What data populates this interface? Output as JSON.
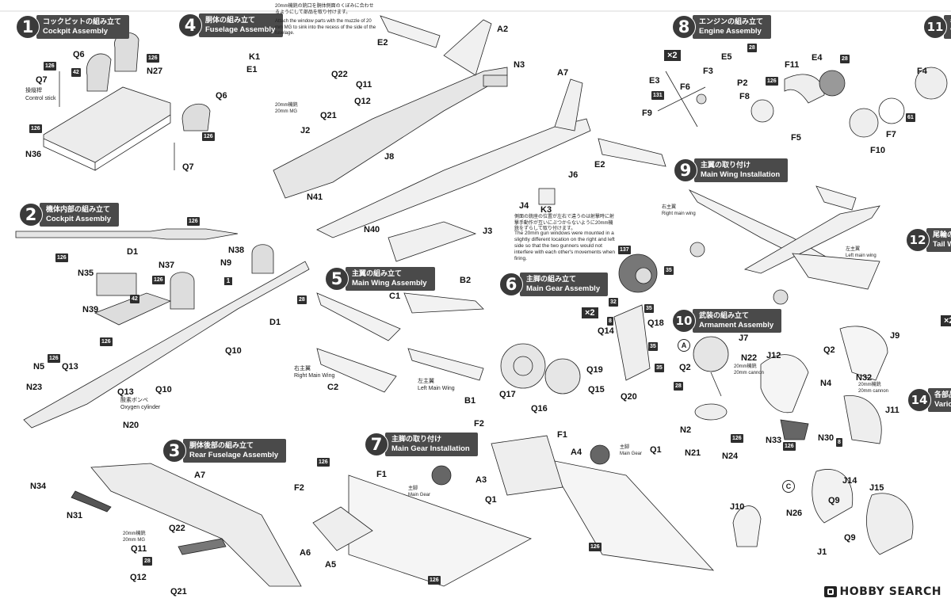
{
  "steps": [
    {
      "num": "1",
      "jp": "コックピットの組み立て",
      "en": "Cockpit Assembly"
    },
    {
      "num": "2",
      "jp": "機体内部の組み立て",
      "en": "Cockpit Assembly"
    },
    {
      "num": "3",
      "jp": "胴体後部の組み立て",
      "en": "Rear Fuselage Assembly"
    },
    {
      "num": "4",
      "jp": "胴体の組み立て",
      "en": "Fuselage Assembly"
    },
    {
      "num": "5",
      "jp": "主翼の組み立て",
      "en": "Main Wing Assembly"
    },
    {
      "num": "6",
      "jp": "主脚の組み立て",
      "en": "Main Gear Assembly"
    },
    {
      "num": "7",
      "jp": "主脚の取り付け",
      "en": "Main Gear Installation"
    },
    {
      "num": "8",
      "jp": "エンジンの組み立て",
      "en": "Engine Assembly"
    },
    {
      "num": "9",
      "jp": "主翼の取り付け",
      "en": "Main Wing Installation"
    },
    {
      "num": "10",
      "jp": "武装の組み立て",
      "en": "Armament Assembly"
    },
    {
      "num": "11",
      "jp": "各",
      "en": "V"
    },
    {
      "num": "12",
      "jp": "尾輪の",
      "en": "Tail W"
    },
    {
      "num": "14",
      "jp": "各部品",
      "en": "Vario"
    }
  ],
  "parts": {
    "p1": [
      "Q6",
      "Q7",
      "N27",
      "Q6",
      "N36",
      "Q7"
    ],
    "p2": [
      "D1",
      "N35",
      "N37",
      "N9",
      "N38",
      "N39",
      "D1",
      "N5",
      "Q13",
      "Q10",
      "N23",
      "Q13",
      "Q10",
      "N20"
    ],
    "p3": [
      "N34",
      "A7",
      "N31",
      "Q22",
      "Q11",
      "Q12",
      "Q21"
    ],
    "p4": [
      "K1",
      "E1",
      "Q22",
      "Q11",
      "Q12",
      "Q21",
      "J2",
      "J8",
      "N41",
      "N40",
      "E2",
      "A2",
      "N3",
      "A7",
      "J6",
      "J4",
      "K3",
      "J3",
      "E2"
    ],
    "p5": [
      "C1",
      "B2",
      "C2",
      "B1"
    ],
    "p6": [
      "Q14",
      "Q18",
      "Q19",
      "Q15",
      "Q20",
      "Q17",
      "Q16"
    ],
    "p7": [
      "F2",
      "F1",
      "A3",
      "Q1",
      "A6",
      "A5",
      "F2",
      "F1",
      "A4",
      "Q1"
    ],
    "p8": [
      "E5",
      "E3",
      "F6",
      "F3",
      "P2",
      "F9",
      "F8",
      "F11",
      "E4",
      "F5",
      "F4",
      "F7",
      "F10"
    ],
    "p10": [
      "J7",
      "Q2",
      "N22",
      "N2",
      "N21",
      "N24",
      "J12",
      "Q2",
      "J9",
      "N32",
      "N4",
      "N33",
      "N30",
      "J11"
    ],
    "p10c": [
      "J14",
      "J10",
      "N26",
      "Q9",
      "J15",
      "Q9",
      "J1"
    ]
  },
  "text": {
    "control_stick_jp": "操縦桿",
    "control_stick_en": "Control stick",
    "oxygen_jp": "酸素ボンベ",
    "oxygen_en": "Oxygen cylinder",
    "mg20_jp": "20mm機銃",
    "mg20_en": "20mm MG",
    "cannon_jp": "20mm機銃",
    "cannon_en": "20mm cannon",
    "right_wing_jp": "右主翼",
    "right_wing_en": "Right Main Wing",
    "left_wing_jp": "左主翼",
    "left_wing_en": "Left Main Wing",
    "main_gear_jp": "主脚",
    "main_gear_en": "Main Gear",
    "right_wing2_jp": "右主翼",
    "right_wing2_en": "Right main wing",
    "left_wing2_jp": "左主翼",
    "left_wing2_en": "Left main wing",
    "note4_jp": "20mm機銃の銃口を胴体側面のくぼみに合わせるようにして部品を取り付けます。",
    "note4_en": "Attach the window parts with the muzzle of 20 mm MG to sink into the recess of the side of the fuselage.",
    "gun_window_jp": "側面の銃座の位置が左右で違うのは射撃時に射撃手動作が互いにぶつからないように20mm機銃をずらして取り付けます。",
    "gun_window_en": "The 20mm gun windows were mounted in a slightly different location on the right and left side so that the two gunners would not interfere with each other's movements when firing.",
    "x2a": "×2",
    "x2b": "×2",
    "x2c": "×2",
    "circA": "A",
    "circC": "C",
    "sq1": "1"
  },
  "badges": [
    "126",
    "42",
    "126",
    "126",
    "126",
    "126",
    "126",
    "28",
    "126",
    "42",
    "126",
    "126",
    "28",
    "126",
    "137",
    "35",
    "131",
    "28",
    "126",
    "61",
    "28",
    "35",
    "8",
    "32",
    "35",
    "35",
    "126",
    "28",
    "126",
    "8",
    "126",
    "126"
  ],
  "watermark": "HOBBY SEARCH"
}
